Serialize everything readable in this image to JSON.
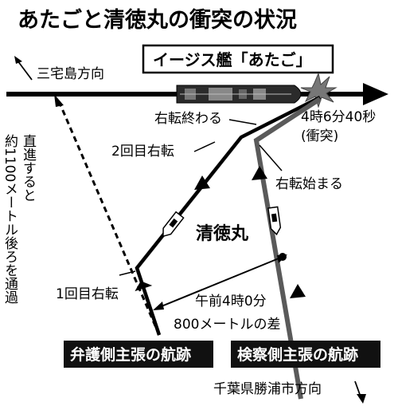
{
  "title": "あたごと清徳丸の衝突の状況",
  "aegis_label": "イージス艦「あたご」",
  "direction_miyake": "三宅島方向",
  "direction_katsuura": "千葉県勝浦市方向",
  "collision_time_line1": "4時6分40秒",
  "collision_time_line2": "(衝突)",
  "turn_end": "右転終わる",
  "second_turn": "2回目右転",
  "turn_start": "右転始まる",
  "boat_name": "清徳丸",
  "first_turn": "1回目右転",
  "time_gap_line1": "午前4時0分",
  "time_gap_line2": "800メートルの差",
  "defense_track": "弁護側主張の航跡",
  "prosecution_track": "検察側主張の航跡",
  "straight_note_col1": "直進すると",
  "straight_note_col2": "約1100メートル後ろを通過",
  "colors": {
    "line": "#000000",
    "prosecution_line": "#555555",
    "box_fill": "#111111",
    "ship_fill": "#333333",
    "blast": "#666666"
  }
}
